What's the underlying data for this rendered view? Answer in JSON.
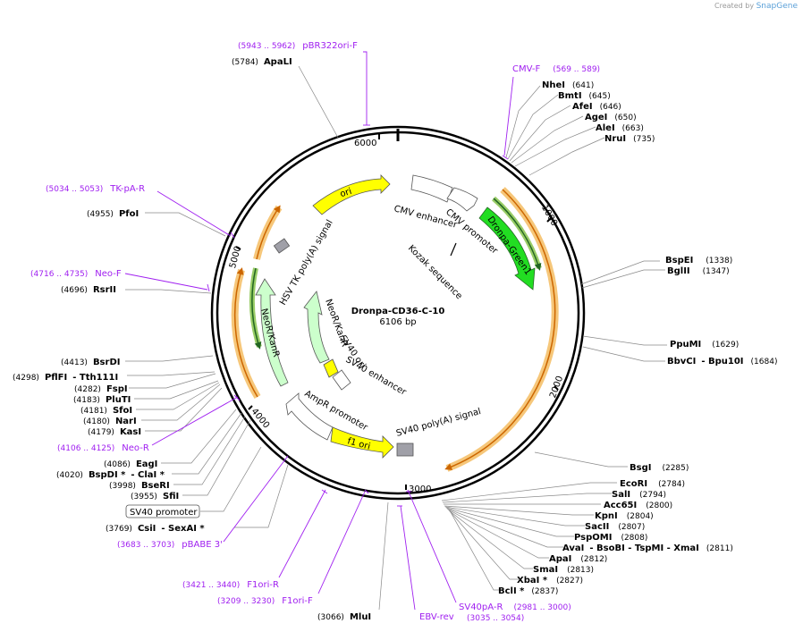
{
  "credit": {
    "prefix": "Created by",
    "brand": "SnapGene"
  },
  "plasmid": {
    "name": "Dronpa-CD36-C-10",
    "length_label": "6106 bp",
    "length": 6106
  },
  "ticks": [
    "1000",
    "2000",
    "3000",
    "4000",
    "5000",
    "6000"
  ],
  "enzymes": [
    {
      "name": "ApaLI",
      "pos": "(5784)"
    },
    {
      "name": "NheI",
      "pos": "(641)"
    },
    {
      "name": "BmtI",
      "pos": "(645)"
    },
    {
      "name": "AfeI",
      "pos": "(646)"
    },
    {
      "name": "AgeI",
      "pos": "(650)"
    },
    {
      "name": "AleI",
      "pos": "(663)"
    },
    {
      "name": "NruI",
      "pos": "(735)"
    },
    {
      "name": "PfoI",
      "pos": "(4955)"
    },
    {
      "name": "RsrII",
      "pos": "(4696)"
    },
    {
      "name": "BspEI",
      "pos": "(1338)"
    },
    {
      "name": "BglII",
      "pos": "(1347)"
    },
    {
      "name": "PpuMI",
      "pos": "(1629)"
    },
    {
      "name": "BbvCI",
      "extra": "- Bpu10I",
      "pos": "(1684)"
    },
    {
      "name": "BsrDI",
      "pos": "(4413)"
    },
    {
      "name": "PflFI",
      "extra": "- Tth111I",
      "pos": "(4298)"
    },
    {
      "name": "FspI",
      "pos": "(4282)"
    },
    {
      "name": "PluTI",
      "pos": "(4183)"
    },
    {
      "name": "SfoI",
      "pos": "(4181)"
    },
    {
      "name": "NarI",
      "pos": "(4180)"
    },
    {
      "name": "KasI",
      "pos": "(4179)"
    },
    {
      "name": "EagI",
      "pos": "(4086)"
    },
    {
      "name": "BspDI *",
      "extra": "- ClaI *",
      "pos": "(4020)"
    },
    {
      "name": "BseRI",
      "pos": "(3998)"
    },
    {
      "name": "SfiI",
      "pos": "(3955)"
    },
    {
      "name": "CsiI",
      "extra": "- SexAI *",
      "pos": "(3769)"
    },
    {
      "name": "BsgI",
      "pos": "(2285)"
    },
    {
      "name": "EcoRI",
      "pos": "(2784)"
    },
    {
      "name": "SalI",
      "pos": "(2794)"
    },
    {
      "name": "Acc65I",
      "pos": "(2800)"
    },
    {
      "name": "KpnI",
      "pos": "(2804)"
    },
    {
      "name": "SacII",
      "pos": "(2807)"
    },
    {
      "name": "PspOMI",
      "pos": "(2808)"
    },
    {
      "name": "AvaI",
      "extra": "- BsoBI - TspMI - XmaI",
      "pos": "(2811)"
    },
    {
      "name": "ApaI",
      "pos": "(2812)"
    },
    {
      "name": "SmaI",
      "pos": "(2813)"
    },
    {
      "name": "XbaI *",
      "pos": "(2827)"
    },
    {
      "name": "BclI *",
      "pos": "(2837)"
    },
    {
      "name": "MluI",
      "pos": "(3066)"
    }
  ],
  "primers": [
    {
      "name": "pBR322ori-F",
      "range": "(5943 .. 5962)"
    },
    {
      "name": "CMV-F",
      "range": "(569 .. 589)"
    },
    {
      "name": "TK-pA-R",
      "range": "(5034 .. 5053)"
    },
    {
      "name": "Neo-F",
      "range": "(4716 .. 4735)"
    },
    {
      "name": "Neo-R",
      "range": "(4106 .. 4125)"
    },
    {
      "name": "pBABE 3'",
      "range": "(3683 .. 3703)"
    },
    {
      "name": "F1ori-R",
      "range": "(3421 .. 3440)"
    },
    {
      "name": "F1ori-F",
      "range": "(3209 .. 3230)"
    },
    {
      "name": "EBV-rev",
      "range": "(3035 .. 3054)"
    },
    {
      "name": "SV40pA-R",
      "range": "(2981 .. 3000)"
    }
  ],
  "features": {
    "ori": "ori",
    "cmv_enhancer": "CMV enhancer",
    "cmv_promoter": "CMV promoter",
    "dronpa": "Dronpa-Green1",
    "kozak": "Kozak sequence",
    "hsv_tk": "HSV TK poly(A) signal",
    "neo_outer": "NeoR/KanR",
    "neo_inner": "NeoR/KanR",
    "sv40_ori": "SV40 ori",
    "sv40_enhancer": "SV40 enhancer",
    "ampr_promoter": "AmpR promoter",
    "f1_ori": "f1 ori",
    "sv40_polya": "SV40 poly(A) signal",
    "sv40_promoter_box": "SV40 promoter"
  },
  "colors": {
    "backbone": "#000000",
    "primer": "#a020f0",
    "ori": "#ffff00",
    "dronpa": "#22dd22",
    "neo": "#ccffcc",
    "orf_highlight": "#f6c77a",
    "orf_arrow": "#cc6600",
    "grey_feature": "#a0a0a8"
  }
}
